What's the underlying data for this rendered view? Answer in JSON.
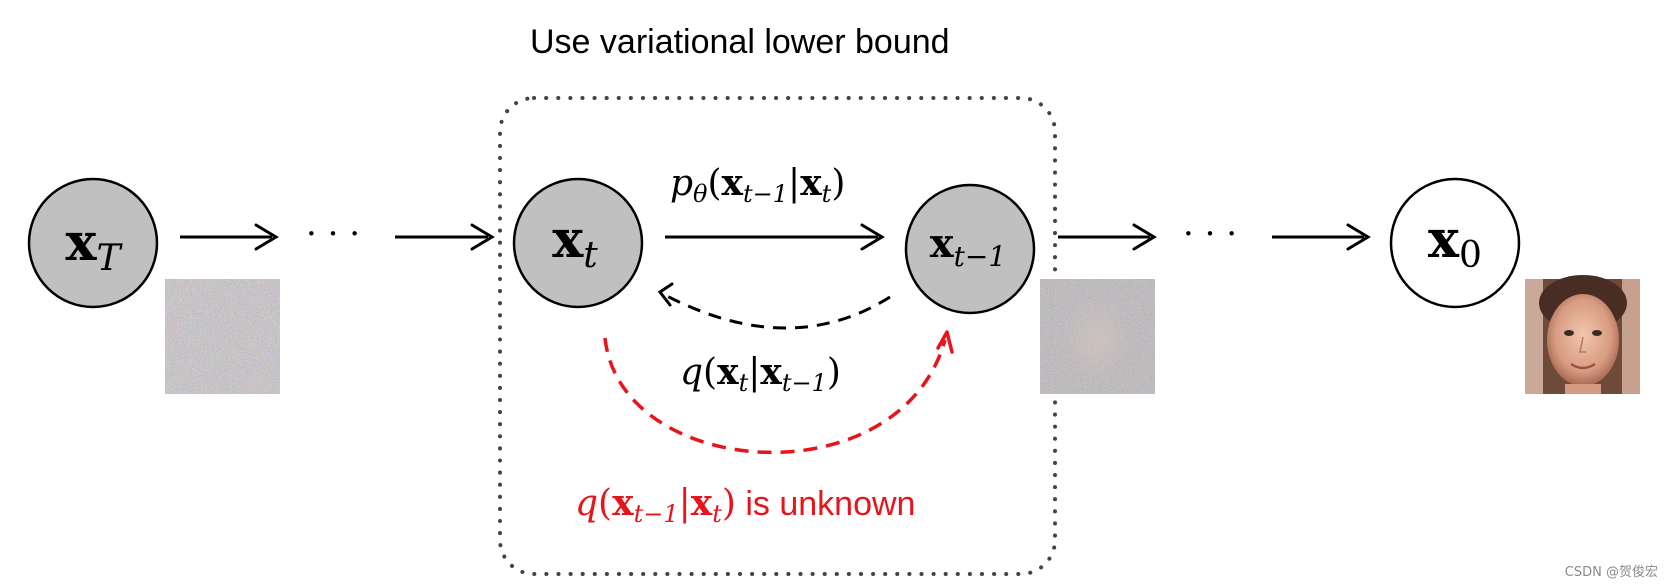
{
  "title": "Use variational lower bound",
  "nodes": {
    "xT": {
      "symbol": "x",
      "sub": "T",
      "fill": "#c0c0c0"
    },
    "xt": {
      "symbol": "x",
      "sub": "t",
      "fill": "#c0c0c0"
    },
    "xt1": {
      "symbol": "x",
      "sub": "t−1",
      "fill": "#c0c0c0"
    },
    "x0": {
      "symbol": "x",
      "sub": "0",
      "fill": "#ffffff"
    }
  },
  "ellipsis": "· · ·",
  "labels": {
    "forward": {
      "fn": "p",
      "fn_sub": "θ",
      "open": "(",
      "a": "x",
      "a_sub": "t−1",
      "bar": "|",
      "b": "x",
      "b_sub": "t",
      "close": ")"
    },
    "reverse": {
      "fn": "q",
      "open": "(",
      "a": "x",
      "a_sub": "t",
      "bar": "|",
      "b": "x",
      "b_sub": "t−1",
      "close": ")"
    },
    "unknown": {
      "fn": "q",
      "open": "(",
      "a": "x",
      "a_sub": "t−1",
      "bar": "|",
      "b": "x",
      "b_sub": "t",
      "close": ")",
      "suffix": " is unknown"
    }
  },
  "images": {
    "noise_full": "pure-noise-image",
    "noise_partial": "noisy-face-image",
    "clean_face": "face-photo"
  },
  "colors": {
    "accent": "#e8141b",
    "node_fill": "#c0c0c0",
    "stroke": "#000000",
    "dotted_box": "#444444"
  },
  "watermark": "CSDN @贺俊宏"
}
